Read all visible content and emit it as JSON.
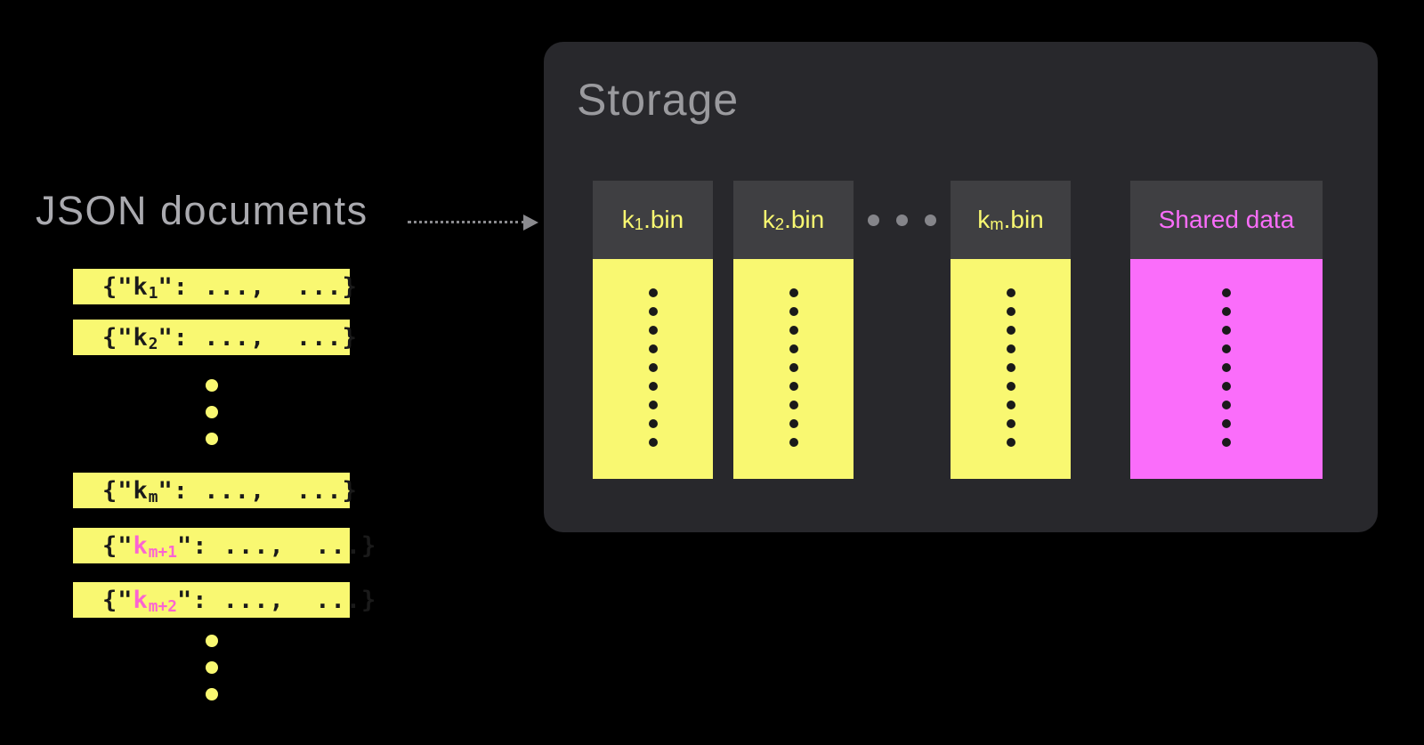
{
  "left": {
    "title": "JSON documents",
    "ellipsis_dots": 3,
    "documents": [
      {
        "pre": "{\"",
        "key": "k",
        "sub": "1",
        "post": "\": ...,  ...}",
        "highlighted": false
      },
      {
        "pre": "{\"",
        "key": "k",
        "sub": "2",
        "post": "\": ...,  ...}",
        "highlighted": false
      },
      {
        "pre": "{\"",
        "key": "k",
        "sub": "m",
        "post": "\": ...,  ...}",
        "highlighted": false
      },
      {
        "pre": "{\"",
        "key": "k",
        "sub": "m+1",
        "post": "\": ...,  ...}",
        "highlighted": true
      },
      {
        "pre": "{\"",
        "key": "k",
        "sub": "m+2",
        "post": "\": ...,  ...}",
        "highlighted": true
      }
    ]
  },
  "storage": {
    "title": "Storage",
    "dots_per_bin": 9,
    "ellipsis_dots": 3,
    "bins": [
      {
        "key": "k",
        "sub": "1",
        "ext": ".bin"
      },
      {
        "key": "k",
        "sub": "2",
        "ext": ".bin"
      },
      {
        "key": "k",
        "sub": "m",
        "ext": ".bin"
      },
      {
        "label": "Shared data"
      }
    ]
  },
  "colors": {
    "background": "#000000",
    "panel": "#28282c",
    "bin_header": "#3f3f42",
    "yellow": "#f9f871",
    "magenta": "#fa6dfa",
    "pink_key": "#fb64d2",
    "title_gray": "#aaaaaf",
    "storage_title_gray": "#9a9a9e",
    "arrow_gray": "#8a8a8e",
    "ellipsis_gray": "#85858a",
    "dot_black": "#1a1a1a"
  }
}
